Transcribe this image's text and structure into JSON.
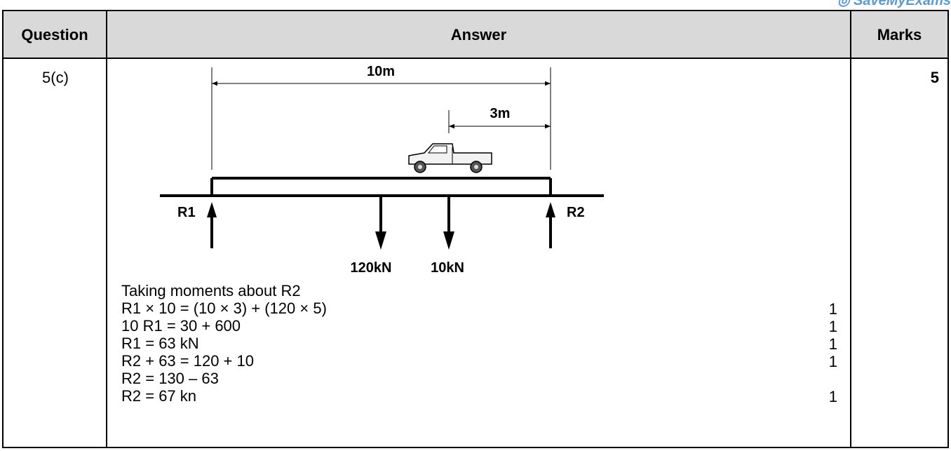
{
  "watermark": "◎ SaveMyExams",
  "table": {
    "header": {
      "question": "Question",
      "answer": "Answer",
      "marks": "Marks"
    },
    "question_number": "5(c)",
    "total_marks": "5"
  },
  "diagram": {
    "span_label": "10m",
    "load_distance_label": "3m",
    "r1_label": "R1",
    "r2_label": "R2",
    "load1_label": "120kN",
    "load2_label": "10kN"
  },
  "working": {
    "heading": "Taking moments about R2",
    "lines": [
      {
        "text": "R1 × 10 = (10 × 3) + (120 × 5)",
        "mark": "1"
      },
      {
        "text": "10 R1 = 30 + 600",
        "mark": "1"
      },
      {
        "text": "R1 = 63 kN",
        "mark": "1"
      },
      {
        "text": "R2 + 63 = 120 + 10",
        "mark": "1"
      },
      {
        "text": "R2 = 130 – 63",
        "mark": ""
      },
      {
        "text": "R2 = 67 kn",
        "mark": "1"
      }
    ]
  }
}
